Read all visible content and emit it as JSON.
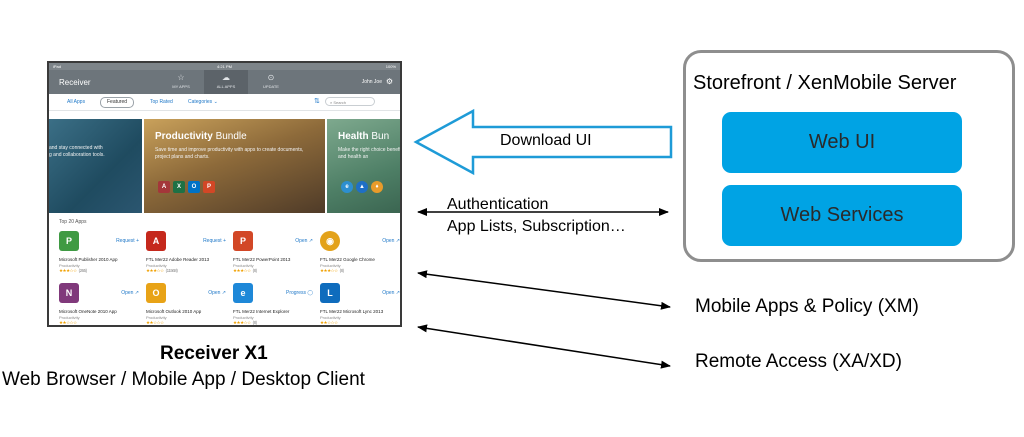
{
  "ipad": {
    "status": {
      "left": "iPad",
      "time": "4:21 PM",
      "right": "100%"
    },
    "app_title": "Receiver",
    "tabs": [
      {
        "icon": "☆",
        "label": "MY APPS"
      },
      {
        "icon": "☁",
        "label": "ALL APPS"
      },
      {
        "icon": "⊙",
        "label": "UPDATE"
      }
    ],
    "user": "John Joe",
    "filters": {
      "all_apps": "All Apps",
      "featured": "Featured",
      "top_rated": "Top Rated",
      "categories": "Categories ⌄",
      "search_placeholder": "Search"
    },
    "banners": [
      {
        "title": "",
        "title_bold": "",
        "desc": "and stay connected with\ng and collaboration tools."
      },
      {
        "title_bold": "Productivity",
        "title": " Bundle",
        "desc": "Save time and improve productivity with apps to create documents, project plans and charts."
      },
      {
        "title_bold": "Health",
        "title": " Bun",
        "desc": "Make the right choice benefits and health an"
      }
    ],
    "section_title": "Top 20 Apps",
    "apps": [
      {
        "name": "Microsoft Publisher 2010 App",
        "category": "Productivity",
        "action": "Request +",
        "stars": "★★★☆☆",
        "count": "(265)",
        "icon_text": "P",
        "icon_color": "#3f9a43"
      },
      {
        "name": "FTL Mer22 Adobe Reader 2013",
        "category": "Productivity",
        "action": "Request +",
        "stars": "★★★☆☆",
        "count": "(11568)",
        "icon_text": "A",
        "icon_color": "#c5281c"
      },
      {
        "name": "FTL Mer22 PowerPoint 2013",
        "category": "Productivity",
        "action": "Open ↗",
        "stars": "★★★☆☆",
        "count": "(8)",
        "icon_text": "P",
        "icon_color": "#d24726"
      },
      {
        "name": "FTL Mer22 Google Chrome",
        "category": "Productivity",
        "action": "Open ↗",
        "stars": "★★★☆☆",
        "count": "(8)",
        "icon_text": "◉",
        "icon_color": "#e3a21a"
      },
      {
        "name": "Microsoft OneNote 2010 App",
        "category": "Productivity",
        "action": "Open ↗",
        "stars": "★★☆☆☆",
        "count": "",
        "icon_text": "N",
        "icon_color": "#80397b"
      },
      {
        "name": "Microsoft Outlook 2010 App",
        "category": "Productivity",
        "action": "Open ↗",
        "stars": "★★☆☆☆",
        "count": "",
        "icon_text": "O",
        "icon_color": "#e8a317"
      },
      {
        "name": "FTL Mer22 Internet Explorer",
        "category": "Productivity",
        "action": "Progress ◯",
        "stars": "★★★☆☆",
        "count": "(8)",
        "icon_text": "e",
        "icon_color": "#1e88d8"
      },
      {
        "name": "FTL Mer22 Microsoft Lync 2013",
        "category": "Productivity",
        "action": "Open ↗",
        "stars": "★★☆☆☆",
        "count": "",
        "icon_text": "L",
        "icon_color": "#0f6cbd"
      }
    ]
  },
  "captions": {
    "title": "Receiver X1",
    "subtitle": "Web Browser / Mobile App / Desktop Client"
  },
  "server": {
    "title": "Storefront / XenMobile Server",
    "boxes": [
      "Web UI",
      "Web Services"
    ]
  },
  "labels": {
    "download": "Download UI",
    "auth_line1": "Authentication",
    "auth_line2": "App Lists, Subscription…",
    "mobile": "Mobile Apps & Policy (XM)",
    "remote": "Remote Access (XA/XD)"
  },
  "colors": {
    "service_box": "#00a3e4",
    "download_arrow": "#1e9bd7",
    "server_border": "#8e8e8e"
  }
}
